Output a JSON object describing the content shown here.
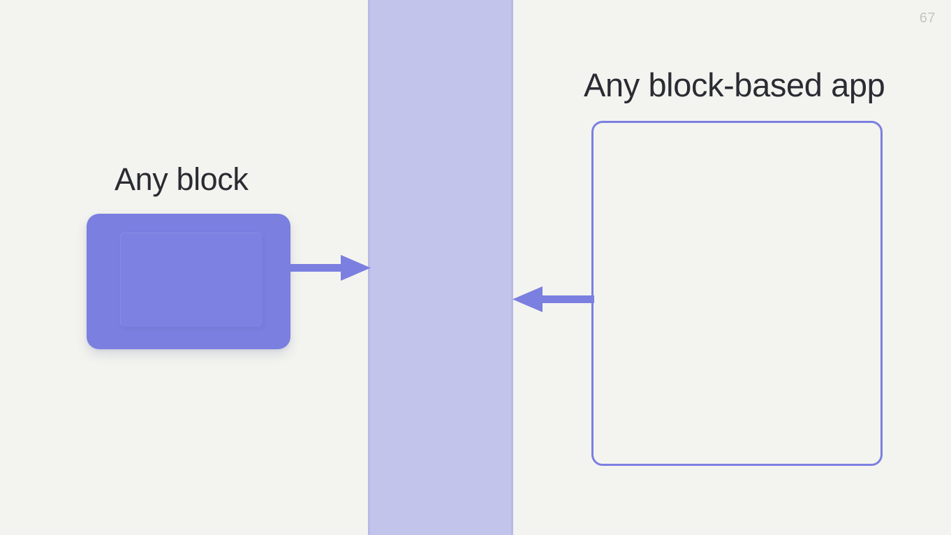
{
  "slide": {
    "page_number": "67",
    "background_color": "#f3f4ef",
    "accent_color": "#7b7fe0",
    "band_color": "#c2c4ec",
    "heading_color": "#2b2b33",
    "page_number_color": "#c5c6c1"
  },
  "left": {
    "heading": "Any block",
    "block_label": "",
    "block_fill": "#7b7fe0",
    "inner_fill": "#7c81e2"
  },
  "center": {
    "band_label": ""
  },
  "right": {
    "heading": "Any block-based app",
    "box_border_color": "#7b7fe0"
  },
  "arrows": {
    "right_arrow_label": "",
    "left_arrow_label": "",
    "color": "#7b7fe0"
  }
}
